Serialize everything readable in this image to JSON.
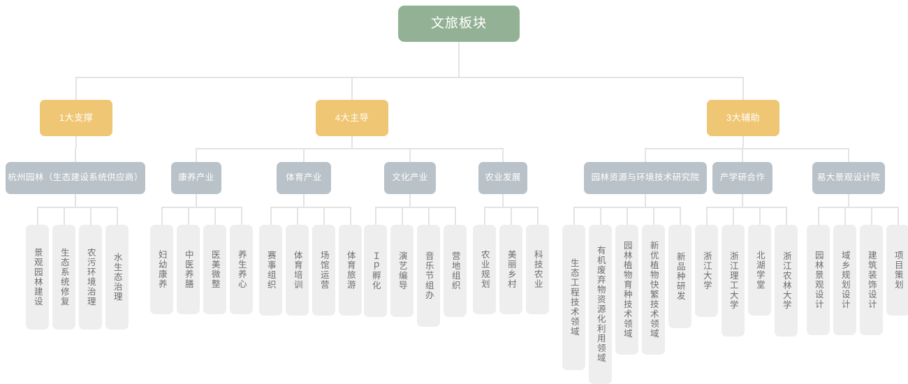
{
  "diagram": {
    "title": "文旅板块",
    "colors": {
      "root": "#93b295",
      "level2": "#efc673",
      "level3": "#b9c2c9",
      "leaf": "#eeeeee",
      "line": "#e3e3e3",
      "leaf_text": "#6d6d6d",
      "node_text": "#ffffff"
    },
    "root": {
      "label": "文旅板块"
    },
    "branches": [
      {
        "label": "1大支撑",
        "children": [
          {
            "label": "杭州园林（生态建设系统供应商）",
            "leaves": [
              "景观园林建设",
              "生态系统修复",
              "农污环境治理",
              "水生态治理"
            ]
          }
        ]
      },
      {
        "label": "4大主导",
        "children": [
          {
            "label": "康养产业",
            "leaves": [
              "妇幼康养",
              "中医养膳",
              "医美微整",
              "养生养心"
            ]
          },
          {
            "label": "体育产业",
            "leaves": [
              "赛事组织",
              "体育培训",
              "场馆运营",
              "体育旅游"
            ]
          },
          {
            "label": "文化产业",
            "leaves": [
              "Ｉｐ孵化",
              "演艺编导",
              "音乐节组办",
              "营地组织"
            ]
          },
          {
            "label": "农业发展",
            "leaves": [
              "农业规划",
              "美丽乡村",
              "科技农业"
            ]
          }
        ]
      },
      {
        "label": "3大辅助",
        "children": [
          {
            "label": "园林资源与环境技术研究院",
            "leaves": [
              "生态工程技术领域",
              "有机废弃物资源化利用领域",
              "园林植物育种技术领域",
              "新优植物快繁技术领域",
              "新品种研发"
            ]
          },
          {
            "label": "产学研合作",
            "leaves": [
              "浙江大学",
              "浙江理工大学",
              "北湖学堂",
              "浙江农林大学"
            ]
          },
          {
            "label": "易大景观设计院",
            "leaves": [
              "园林景观设计",
              "域乡规划设计",
              "建筑装饰设计",
              "项目策划"
            ]
          }
        ]
      }
    ]
  }
}
